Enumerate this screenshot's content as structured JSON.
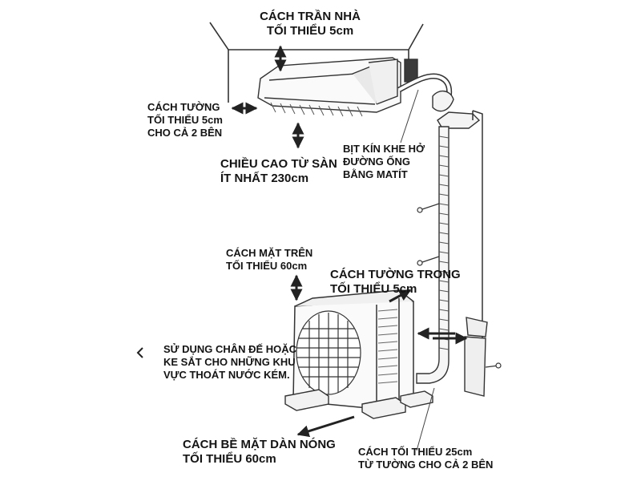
{
  "labels": {
    "ceiling": [
      "CÁCH TRẦN NHÀ",
      "TỐI THIỂU 5cm"
    ],
    "side_wall": [
      "CÁCH TƯỜNG",
      "TỐI THIỂU 5cm",
      "CHO CẢ 2 BÊN"
    ],
    "floor_height": [
      "CHIỀU CAO TỪ SÀN",
      "ÍT NHẤT 230cm"
    ],
    "seal": [
      "BỊT KÍN KHE HỞ",
      "ĐƯỜNG ỐNG",
      "BẰNG MATÍT"
    ],
    "top_surface": [
      "CÁCH MẶT TRÊN",
      "TỐI THIỂU 60cm"
    ],
    "inner_wall": [
      "CÁCH TƯỜNG TRONG",
      "TỐI THIỂU 5cm"
    ],
    "base_stand": [
      "SỬ DỤNG CHÂN ĐẾ HOẶC",
      "KE SẮT CHO NHỮNG KHU",
      "VỰC THOÁT NƯỚC KÉM."
    ],
    "condenser_face": [
      "CÁCH BỀ MẶT DÀN NÓNG",
      "TỐI THIỂU 60cm"
    ],
    "min_25": [
      "CÁCH TỐI THIỂU 25cm",
      "TỪ TƯỜNG CHO CẢ 2 BÊN"
    ]
  }
}
